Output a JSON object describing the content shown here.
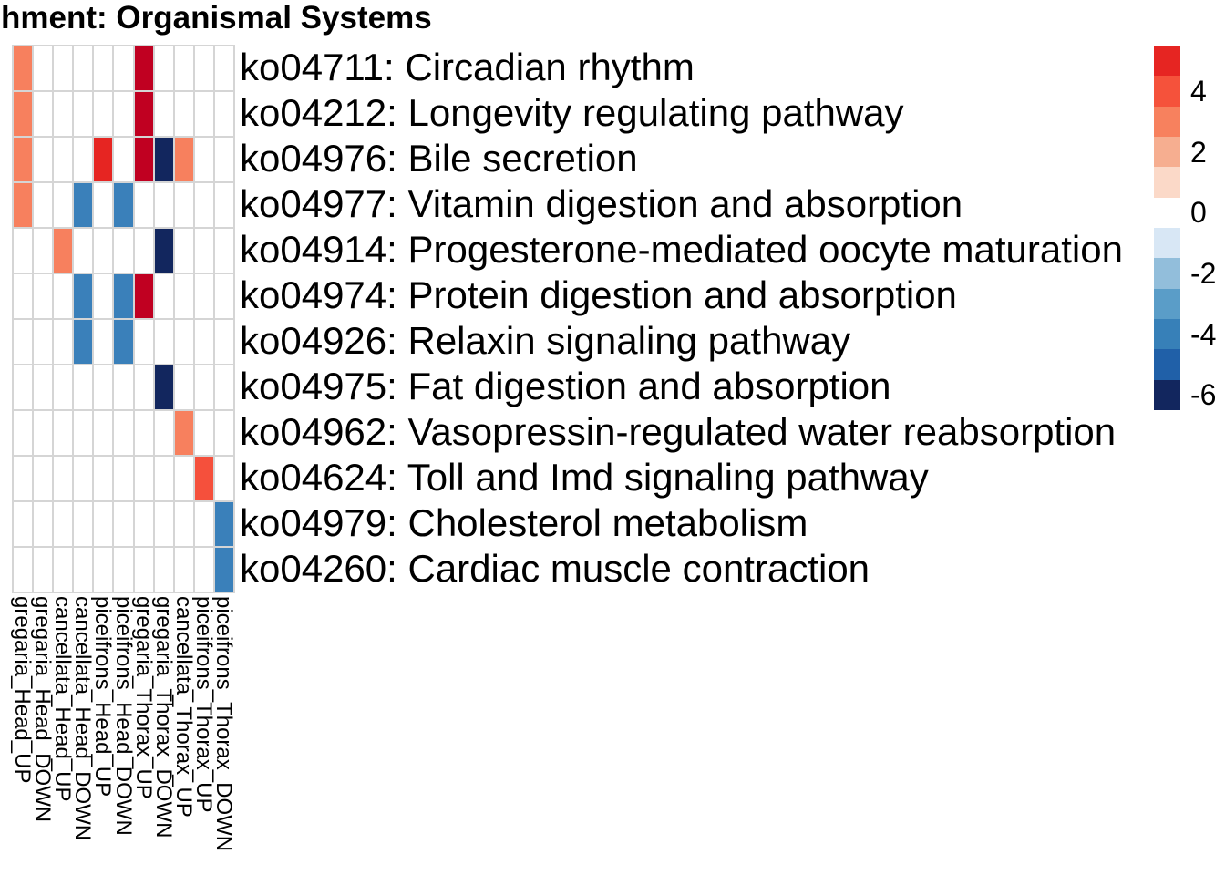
{
  "title": "hment: Organismal Systems",
  "chart_data": {
    "type": "heatmap",
    "title": "hment: Organismal Systems",
    "columns": [
      "gregaria_Head_UP",
      "gregaria_Head_DOWN",
      "cancellata_Head_UP",
      "cancellata_Head_DOWN",
      "piceifrons_Head_UP",
      "piceifrons_Head_DOWN",
      "gregaria_Thorax_UP",
      "gregaria_Thorax_DOWN",
      "cancellata_Thorax_UP",
      "piceifrons_Thorax_UP",
      "piceifrons_Thorax_DOWN"
    ],
    "rows": [
      "ko04711: Circadian rhythm",
      "ko04212: Longevity regulating pathway",
      "ko04976: Bile secretion",
      "ko04977: Vitamin digestion and absorption",
      "ko04914: Progesterone-mediated oocyte maturation",
      "ko04974: Protein digestion and absorption",
      "ko04926: Relaxin signaling pathway",
      "ko04975: Fat digestion and absorption",
      "ko04962: Vasopressin-regulated water reabsorption",
      "ko04624: Toll and Imd signaling pathway",
      "ko04979: Cholesterol metabolism",
      "ko04260: Cardiac muscle contraction"
    ],
    "cells": [
      {
        "row": 0,
        "col": 0,
        "value": 3,
        "color": "#F7805E"
      },
      {
        "row": 0,
        "col": 6,
        "value": 6,
        "color": "#C00021"
      },
      {
        "row": 1,
        "col": 0,
        "value": 3,
        "color": "#F7805E"
      },
      {
        "row": 1,
        "col": 6,
        "value": 6,
        "color": "#C00021"
      },
      {
        "row": 2,
        "col": 0,
        "value": 3,
        "color": "#F7805E"
      },
      {
        "row": 2,
        "col": 4,
        "value": 5,
        "color": "#E62522"
      },
      {
        "row": 2,
        "col": 6,
        "value": 6,
        "color": "#C00021"
      },
      {
        "row": 2,
        "col": 7,
        "value": -6,
        "color": "#12265E"
      },
      {
        "row": 2,
        "col": 8,
        "value": 3,
        "color": "#F7805E"
      },
      {
        "row": 3,
        "col": 0,
        "value": 3,
        "color": "#F7805E"
      },
      {
        "row": 3,
        "col": 3,
        "value": -4,
        "color": "#3A80BA"
      },
      {
        "row": 3,
        "col": 5,
        "value": -4,
        "color": "#3A80BA"
      },
      {
        "row": 4,
        "col": 2,
        "value": 3,
        "color": "#F7805E"
      },
      {
        "row": 4,
        "col": 7,
        "value": -6,
        "color": "#12265E"
      },
      {
        "row": 5,
        "col": 3,
        "value": -4,
        "color": "#3A80BA"
      },
      {
        "row": 5,
        "col": 5,
        "value": -4,
        "color": "#3A80BA"
      },
      {
        "row": 5,
        "col": 6,
        "value": 6,
        "color": "#C00021"
      },
      {
        "row": 6,
        "col": 3,
        "value": -4,
        "color": "#3A80BA"
      },
      {
        "row": 6,
        "col": 5,
        "value": -4,
        "color": "#3A80BA"
      },
      {
        "row": 7,
        "col": 7,
        "value": -6,
        "color": "#12265E"
      },
      {
        "row": 8,
        "col": 8,
        "value": 3,
        "color": "#F7805E"
      },
      {
        "row": 9,
        "col": 9,
        "value": 4,
        "color": "#F5503C"
      },
      {
        "row": 10,
        "col": 10,
        "value": -4,
        "color": "#3A80BA"
      },
      {
        "row": 11,
        "col": 10,
        "value": -4,
        "color": "#3A80BA"
      }
    ],
    "empty_cell_color": "#FFFFFF",
    "grid_line_color": "#D5D5D5",
    "legend": {
      "blocks": [
        "#E62522",
        "#F5523B",
        "#F7815E",
        "#F6AE90",
        "#FBD9C8",
        "#FFFFFF",
        "#D8E7F5",
        "#92BEDB",
        "#5A9DC8",
        "#3780B8",
        "#2060A8",
        "#12265E"
      ],
      "ticks": [
        {
          "label": "4",
          "at_block": 2
        },
        {
          "label": "2",
          "at_block": 4
        },
        {
          "label": "0",
          "at_block": 6
        },
        {
          "label": "-2",
          "at_block": 8
        },
        {
          "label": "-4",
          "at_block": 10
        },
        {
          "label": "-6",
          "at_block": 12
        }
      ]
    },
    "legend_position": "right",
    "grid": true
  }
}
